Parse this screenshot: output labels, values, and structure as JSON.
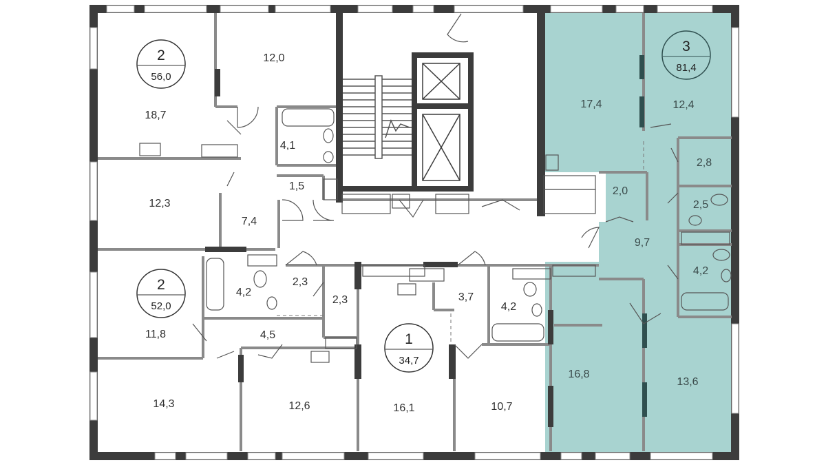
{
  "colors": {
    "wall": "#3c3c3c",
    "thin_wall": "#8a8a8a",
    "highlight": "#a8d3d0",
    "highlight_wall": "#2f4f4f",
    "fixture": "#555555"
  },
  "apartments": [
    {
      "id": "apt-2a",
      "number": "2",
      "area": "56,0",
      "highlighted": false
    },
    {
      "id": "apt-2b",
      "number": "2",
      "area": "52,0",
      "highlighted": false
    },
    {
      "id": "apt-1",
      "number": "1",
      "area": "34,7",
      "highlighted": false
    },
    {
      "id": "apt-3",
      "number": "3",
      "area": "81,4",
      "highlighted": true
    }
  ],
  "rooms": [
    {
      "id": "r-18-7",
      "label": "18,7"
    },
    {
      "id": "r-12-0",
      "label": "12,0"
    },
    {
      "id": "r-4-1",
      "label": "4,1"
    },
    {
      "id": "r-1-5",
      "label": "1,5"
    },
    {
      "id": "r-12-3",
      "label": "12,3"
    },
    {
      "id": "r-7-4",
      "label": "7,4"
    },
    {
      "id": "r-4-2a",
      "label": "4,2"
    },
    {
      "id": "r-2-3a",
      "label": "2,3"
    },
    {
      "id": "r-2-3b",
      "label": "2,3"
    },
    {
      "id": "r-11-8",
      "label": "11,8"
    },
    {
      "id": "r-4-5",
      "label": "4,5"
    },
    {
      "id": "r-14-3",
      "label": "14,3"
    },
    {
      "id": "r-12-6",
      "label": "12,6"
    },
    {
      "id": "r-16-1",
      "label": "16,1"
    },
    {
      "id": "r-3-7",
      "label": "3,7"
    },
    {
      "id": "r-4-2b",
      "label": "4,2"
    },
    {
      "id": "r-10-7",
      "label": "10,7"
    },
    {
      "id": "r-17-4",
      "label": "17,4"
    },
    {
      "id": "r-12-4",
      "label": "12,4"
    },
    {
      "id": "r-2-8",
      "label": "2,8"
    },
    {
      "id": "r-2-0",
      "label": "2,0"
    },
    {
      "id": "r-2-5",
      "label": "2,5"
    },
    {
      "id": "r-9-7",
      "label": "9,7"
    },
    {
      "id": "r-4-2c",
      "label": "4,2"
    },
    {
      "id": "r-16-8",
      "label": "16,8"
    },
    {
      "id": "r-13-6",
      "label": "13,6"
    }
  ]
}
